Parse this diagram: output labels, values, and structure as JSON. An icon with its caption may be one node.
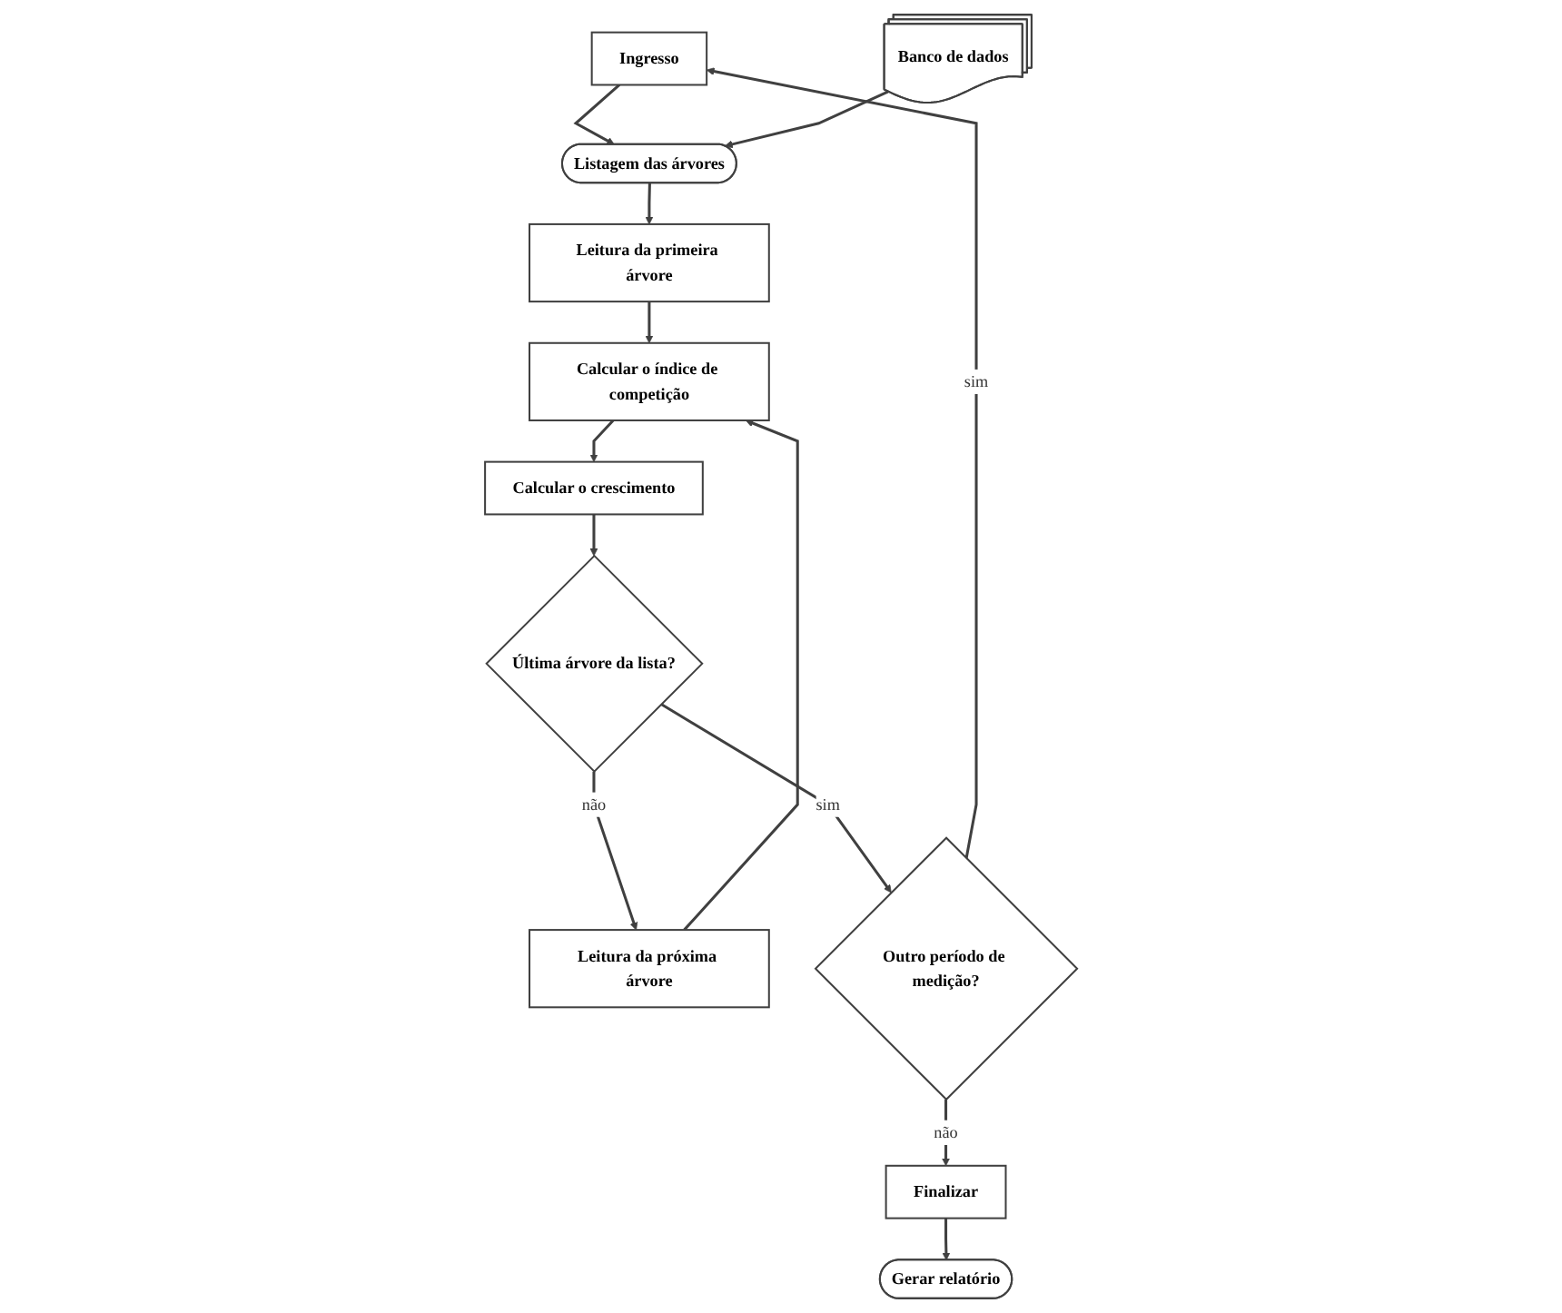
{
  "diagram": {
    "nodes": [
      {
        "text": [
          "Ingresso"
        ]
      },
      {
        "text": [
          "Listagem das árvores"
        ]
      },
      {
        "text": [
          "Banco de dados"
        ]
      },
      {
        "text": [
          "Leitura da primeira árvore"
        ]
      },
      {
        "text": [
          "Leitura da próxima árvore"
        ]
      },
      {
        "text": [
          "Calcular o índice de competição"
        ]
      },
      {
        "text": [
          "Calcular o crescimento"
        ]
      },
      {
        "text": [
          "Última árvore da lista?"
        ]
      },
      {
        "text": [
          "Outro período de medição?"
        ]
      },
      {
        "text": [
          "Finalizar"
        ]
      },
      {
        "text": [
          "Gerar relatório"
        ]
      }
    ],
    "edges": [
      {
        "from": 0,
        "to": 1,
        "arrow": "to"
      },
      {
        "from": 2,
        "to": 1,
        "arrow": "to"
      },
      {
        "from": 1,
        "to": 3,
        "arrow": "to"
      },
      {
        "from": 3,
        "to": 5,
        "arrow": "to"
      },
      {
        "from": 4,
        "to": 5,
        "arrow": "to"
      },
      {
        "from": 5,
        "to": 6,
        "arrow": "to"
      },
      {
        "from": 6,
        "to": 7,
        "arrow": "to"
      },
      {
        "from": 7,
        "to": 4,
        "arrow": "to",
        "label": "não"
      },
      {
        "from": 7,
        "to": 8,
        "arrow": "to",
        "label": "sim"
      },
      {
        "from": 8,
        "to": 0,
        "arrow": "to",
        "label": "sim"
      },
      {
        "from": 8,
        "to": 9,
        "arrow": "to",
        "label": "não"
      },
      {
        "from": 9,
        "to": 10,
        "arrow": "to"
      }
    ]
  }
}
